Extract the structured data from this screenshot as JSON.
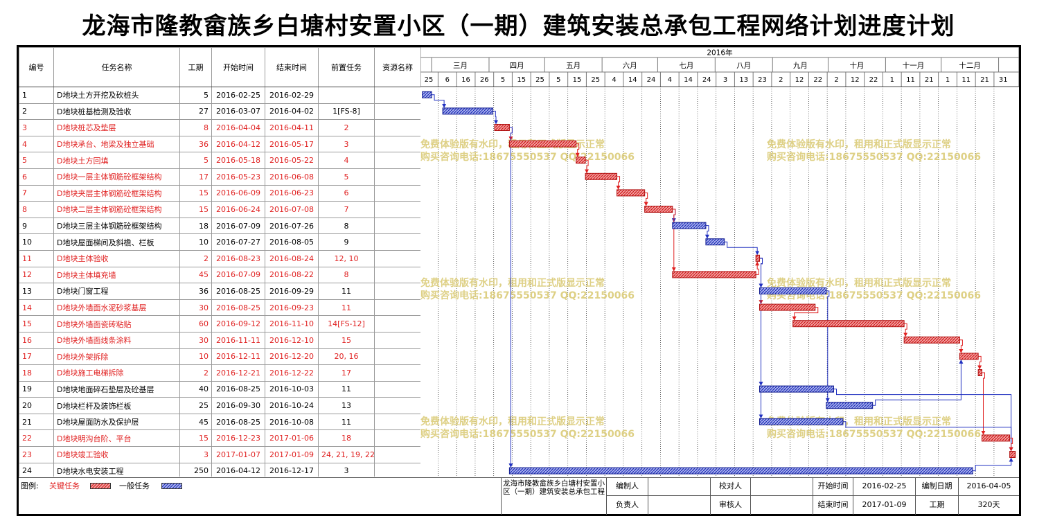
{
  "title": "龙海市隆教畲族乡白塘村安置小区（一期）建筑安装总承包工程网络计划进度计划",
  "table": {
    "headers": [
      "编号",
      "任务名称",
      "工期",
      "开始时间",
      "结束时间",
      "前置任务",
      "资源名称"
    ]
  },
  "timeline": {
    "year_label": "2016年",
    "months": [
      "三月",
      "四月",
      "五月",
      "六月",
      "七月",
      "八月",
      "九月",
      "十月",
      "十一月",
      "十二月"
    ],
    "day_ticks": [
      "25",
      "6",
      "16",
      "26",
      "5",
      "15",
      "25",
      "5",
      "15",
      "25",
      "4",
      "14",
      "24",
      "4",
      "14",
      "24",
      "3",
      "13",
      "23",
      "2",
      "12",
      "22",
      "2",
      "12",
      "22",
      "1",
      "11",
      "21",
      "1",
      "11",
      "21",
      "31"
    ]
  },
  "watermark": {
    "line1": "免费体验版有水印，租用和正式版显示正常",
    "line2": "购买咨询电话:18675550537 QQ:22150066"
  },
  "legend": {
    "prefix": "图例:",
    "critical": "关键任务",
    "normal": "一般任务"
  },
  "footer": {
    "project_name": "龙海市隆教畲族乡白塘村安置小区（一期）建筑安装总承包工程",
    "compiler_label": "编制人",
    "checker_label": "校对人",
    "start_label": "开始时间",
    "start_value": "2016-02-25",
    "date_label": "编制日期",
    "date_value": "2016-04-05",
    "leader_label": "负责人",
    "reviewer_label": "审核人",
    "end_label": "结束时间",
    "end_value": "2017-01-09",
    "duration_label": "工期",
    "duration_value": "320天"
  },
  "colors": {
    "critical": "#e02020",
    "normal": "#2030c0",
    "watermark": "#d8c870"
  },
  "chart_data": {
    "type": "gantt",
    "title": "龙海市隆教畲族乡白塘村安置小区（一期）建筑安装总承包工程网络计划进度计划",
    "x_range": [
      "2016-02-24",
      "2017-01-12"
    ],
    "tasks": [
      {
        "id": "1",
        "name": "D地块土方开挖及砍桩头",
        "duration": 5,
        "start": "2016-02-25",
        "end": "2016-02-29",
        "pred": "",
        "critical": false
      },
      {
        "id": "2",
        "name": "D地块桩基检测及验收",
        "duration": 27,
        "start": "2016-03-07",
        "end": "2016-04-02",
        "pred": "1[FS-8]",
        "critical": false
      },
      {
        "id": "3",
        "name": "D地块桩芯及垫层",
        "duration": 8,
        "start": "2016-04-04",
        "end": "2016-04-11",
        "pred": "2",
        "critical": true
      },
      {
        "id": "4",
        "name": "D地块承台、地梁及独立基础",
        "duration": 36,
        "start": "2016-04-12",
        "end": "2016-05-17",
        "pred": "3",
        "critical": true
      },
      {
        "id": "5",
        "name": "D地块土方回填",
        "duration": 5,
        "start": "2016-05-18",
        "end": "2016-05-22",
        "pred": "4",
        "critical": true
      },
      {
        "id": "6",
        "name": "D地块一层主体钢筋砼框架结构",
        "duration": 17,
        "start": "2016-05-23",
        "end": "2016-06-08",
        "pred": "5",
        "critical": true
      },
      {
        "id": "7",
        "name": "D地块夹层主体钢筋砼框架结构",
        "duration": 15,
        "start": "2016-06-09",
        "end": "2016-06-23",
        "pred": "6",
        "critical": true
      },
      {
        "id": "8",
        "name": "D地块二层主体钢筋砼框架结构",
        "duration": 15,
        "start": "2016-06-24",
        "end": "2016-07-08",
        "pred": "7",
        "critical": true
      },
      {
        "id": "9",
        "name": "D地块三层主体钢筋砼框架结构",
        "duration": 18,
        "start": "2016-07-09",
        "end": "2016-07-26",
        "pred": "8",
        "critical": false
      },
      {
        "id": "10",
        "name": "D地块屋面梯间及斜檐、栏板",
        "duration": 10,
        "start": "2016-07-27",
        "end": "2016-08-05",
        "pred": "9",
        "critical": false
      },
      {
        "id": "11",
        "name": "D地块主体验收",
        "duration": 2,
        "start": "2016-08-23",
        "end": "2016-08-24",
        "pred": "12, 10",
        "critical": true
      },
      {
        "id": "12",
        "name": "D地块主体填充墙",
        "duration": 45,
        "start": "2016-07-09",
        "end": "2016-08-22",
        "pred": "8",
        "critical": true
      },
      {
        "id": "13",
        "name": "D地块门窗工程",
        "duration": 36,
        "start": "2016-08-25",
        "end": "2016-09-29",
        "pred": "11",
        "critical": false
      },
      {
        "id": "14",
        "name": "D地块外墙面水泥砂浆基层",
        "duration": 30,
        "start": "2016-08-25",
        "end": "2016-09-23",
        "pred": "11",
        "critical": true
      },
      {
        "id": "15",
        "name": "D地块外墙面瓷砖粘贴",
        "duration": 60,
        "start": "2016-09-12",
        "end": "2016-11-10",
        "pred": "14[FS-12]",
        "critical": true
      },
      {
        "id": "16",
        "name": "D地块外墙面线条涂料",
        "duration": 30,
        "start": "2016-11-11",
        "end": "2016-12-10",
        "pred": "15",
        "critical": true
      },
      {
        "id": "17",
        "name": "D地块外架拆除",
        "duration": 10,
        "start": "2016-12-11",
        "end": "2016-12-20",
        "pred": "20, 16",
        "critical": true
      },
      {
        "id": "18",
        "name": "D地块施工电梯拆除",
        "duration": 2,
        "start": "2016-12-21",
        "end": "2016-12-22",
        "pred": "17",
        "critical": true
      },
      {
        "id": "19",
        "name": "D地块地面碎石垫层及砼基层",
        "duration": 40,
        "start": "2016-08-25",
        "end": "2016-10-03",
        "pred": "11",
        "critical": false
      },
      {
        "id": "20",
        "name": "D地块栏杆及装饰栏板",
        "duration": 25,
        "start": "2016-09-30",
        "end": "2016-10-24",
        "pred": "13",
        "critical": false
      },
      {
        "id": "21",
        "name": "D地块屋面防水及保护层",
        "duration": 45,
        "start": "2016-08-25",
        "end": "2016-10-08",
        "pred": "11",
        "critical": false
      },
      {
        "id": "22",
        "name": "D地块明沟台阶、平台",
        "duration": 15,
        "start": "2016-12-23",
        "end": "2017-01-06",
        "pred": "18",
        "critical": true
      },
      {
        "id": "23",
        "name": "D地块竣工验收",
        "duration": 3,
        "start": "2017-01-07",
        "end": "2017-01-09",
        "pred": "24, 21, 19, 22",
        "critical": true
      },
      {
        "id": "24",
        "name": "D地块水电安装工程",
        "duration": 250,
        "start": "2016-04-12",
        "end": "2016-12-17",
        "pred": "3",
        "critical": false
      }
    ]
  }
}
